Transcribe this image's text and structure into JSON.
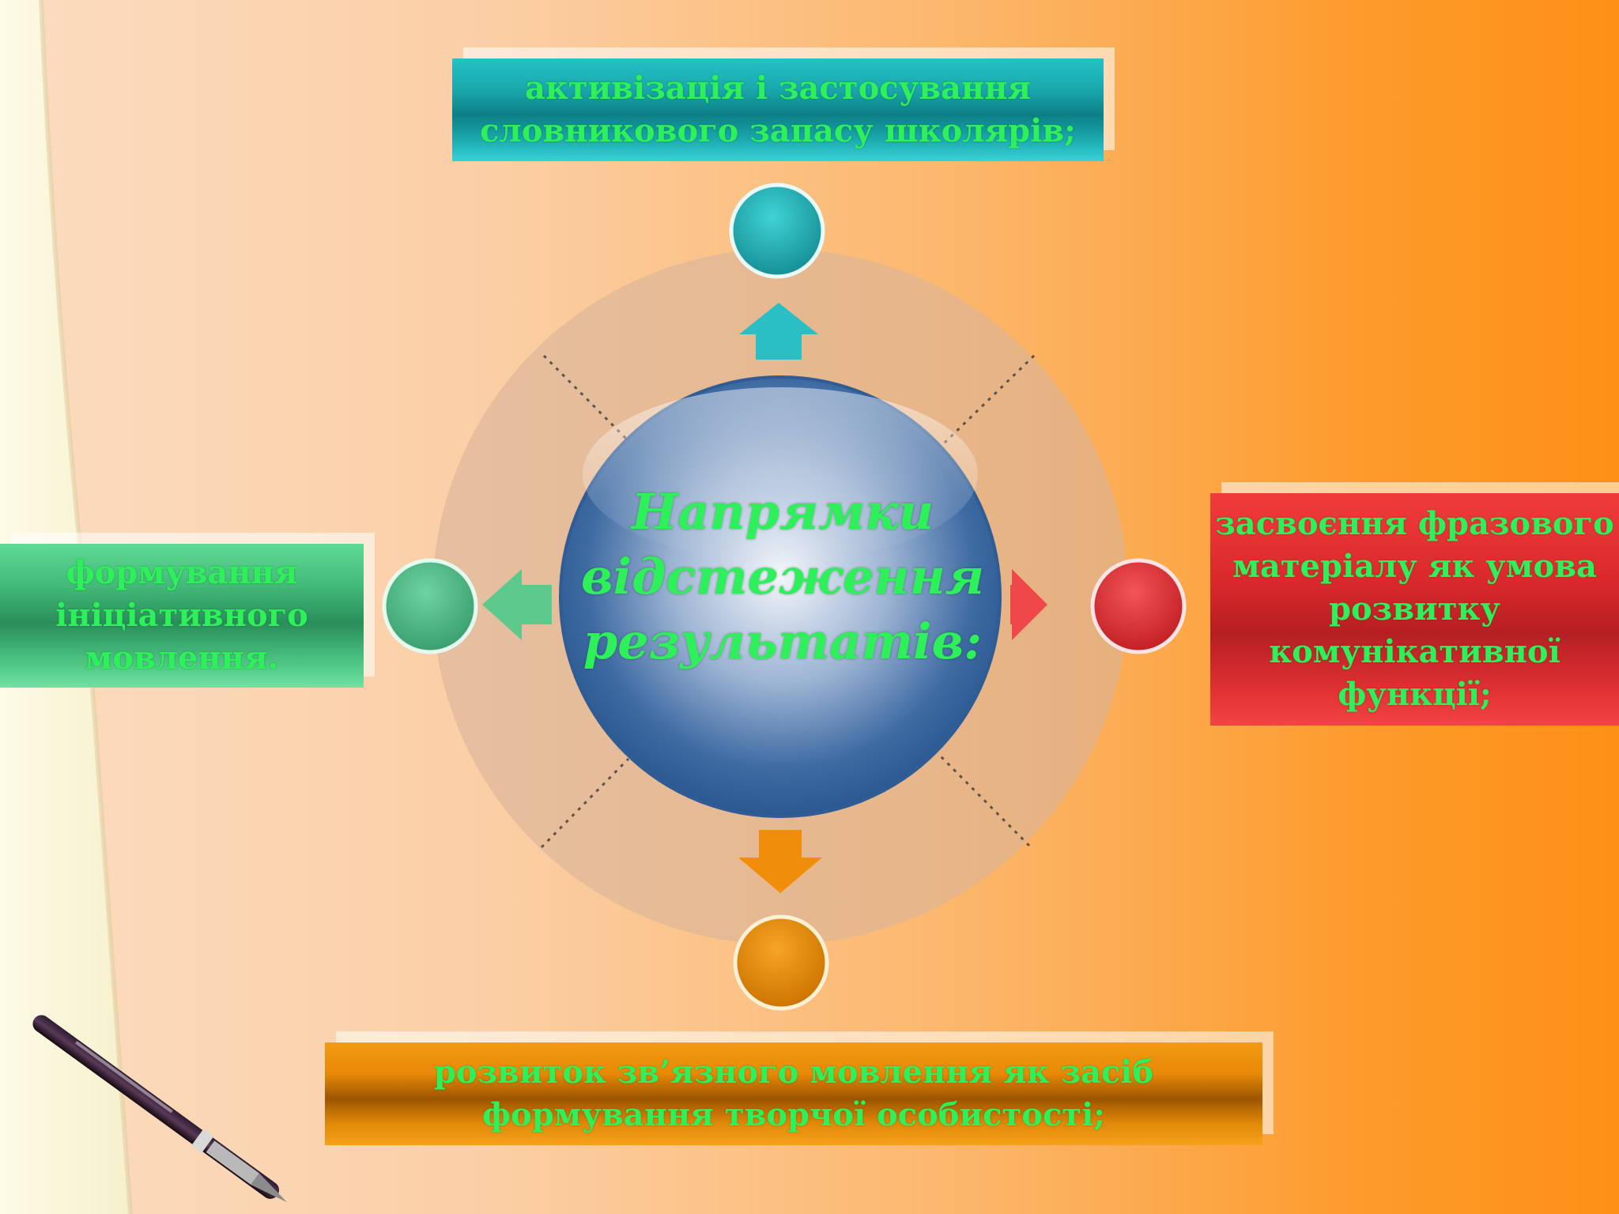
{
  "center": {
    "title_lines": [
      "Напрямки",
      "відстеження",
      "результатів:"
    ]
  },
  "directions": {
    "top": "активізація і застосування словникового запасу школярів;",
    "right": "засвоєння фразового матеріалу як умова розвитку комунікативної функції;",
    "bottom": "розвиток зв’язного мовлення як засіб формування творчої особистості;",
    "left": "формування ініціативного мовлення."
  },
  "colors": {
    "top": "#1fb5ba",
    "right": "#e0292c",
    "bottom": "#f08e0a",
    "left": "#3fb574",
    "center": "#2e5b94",
    "text": "#2ef05a"
  }
}
